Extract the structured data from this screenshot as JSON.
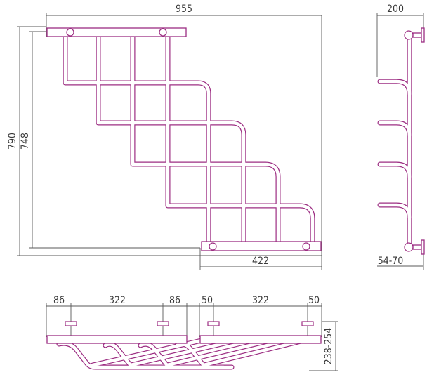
{
  "dimensions": {
    "total_width": "955",
    "total_height": "790",
    "mount_height": "748",
    "base_width": "422",
    "depth": "200",
    "wall_offset": "54-70",
    "front_left_margin": "86",
    "front_spacing": "322",
    "front_right_margin": "86",
    "rear_left_margin": "50",
    "rear_spacing": "322",
    "rear_right_margin": "50",
    "protrusion": "238-254"
  },
  "colors": {
    "tube": "#9c2d82",
    "dimension_line": "#5a5a5a",
    "text": "#3a3a3a"
  }
}
